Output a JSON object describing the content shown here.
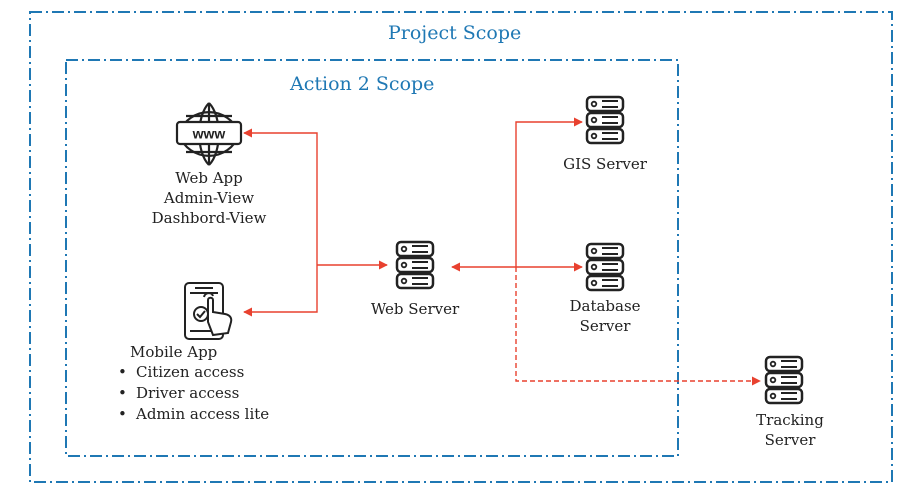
{
  "project_scope": {
    "title": "Project Scope"
  },
  "action_scope": {
    "title": "Action 2 Scope"
  },
  "nodes": {
    "web_app": {
      "lines": [
        "Web App",
        "Admin-View",
        "Dashbord-View"
      ],
      "icon": "globe-www-icon"
    },
    "mobile_app": {
      "title": "Mobile App",
      "bullets": [
        "Citizen access",
        "Driver access",
        "Admin access lite"
      ],
      "icon": "mobile-touch-icon"
    },
    "web_server": {
      "label": "Web Server",
      "icon": "server-icon"
    },
    "gis_server": {
      "label": "GIS Server",
      "icon": "server-icon"
    },
    "database_server": {
      "lines": [
        "Database",
        "Server"
      ],
      "icon": "server-icon"
    },
    "tracking_server": {
      "lines": [
        "Tracking",
        "Server"
      ],
      "icon": "server-icon"
    }
  },
  "icon_text": {
    "www": "www"
  },
  "colors": {
    "scope_border": "#1f78b4",
    "connector": "#e8412f",
    "icon_stroke": "#222222"
  }
}
